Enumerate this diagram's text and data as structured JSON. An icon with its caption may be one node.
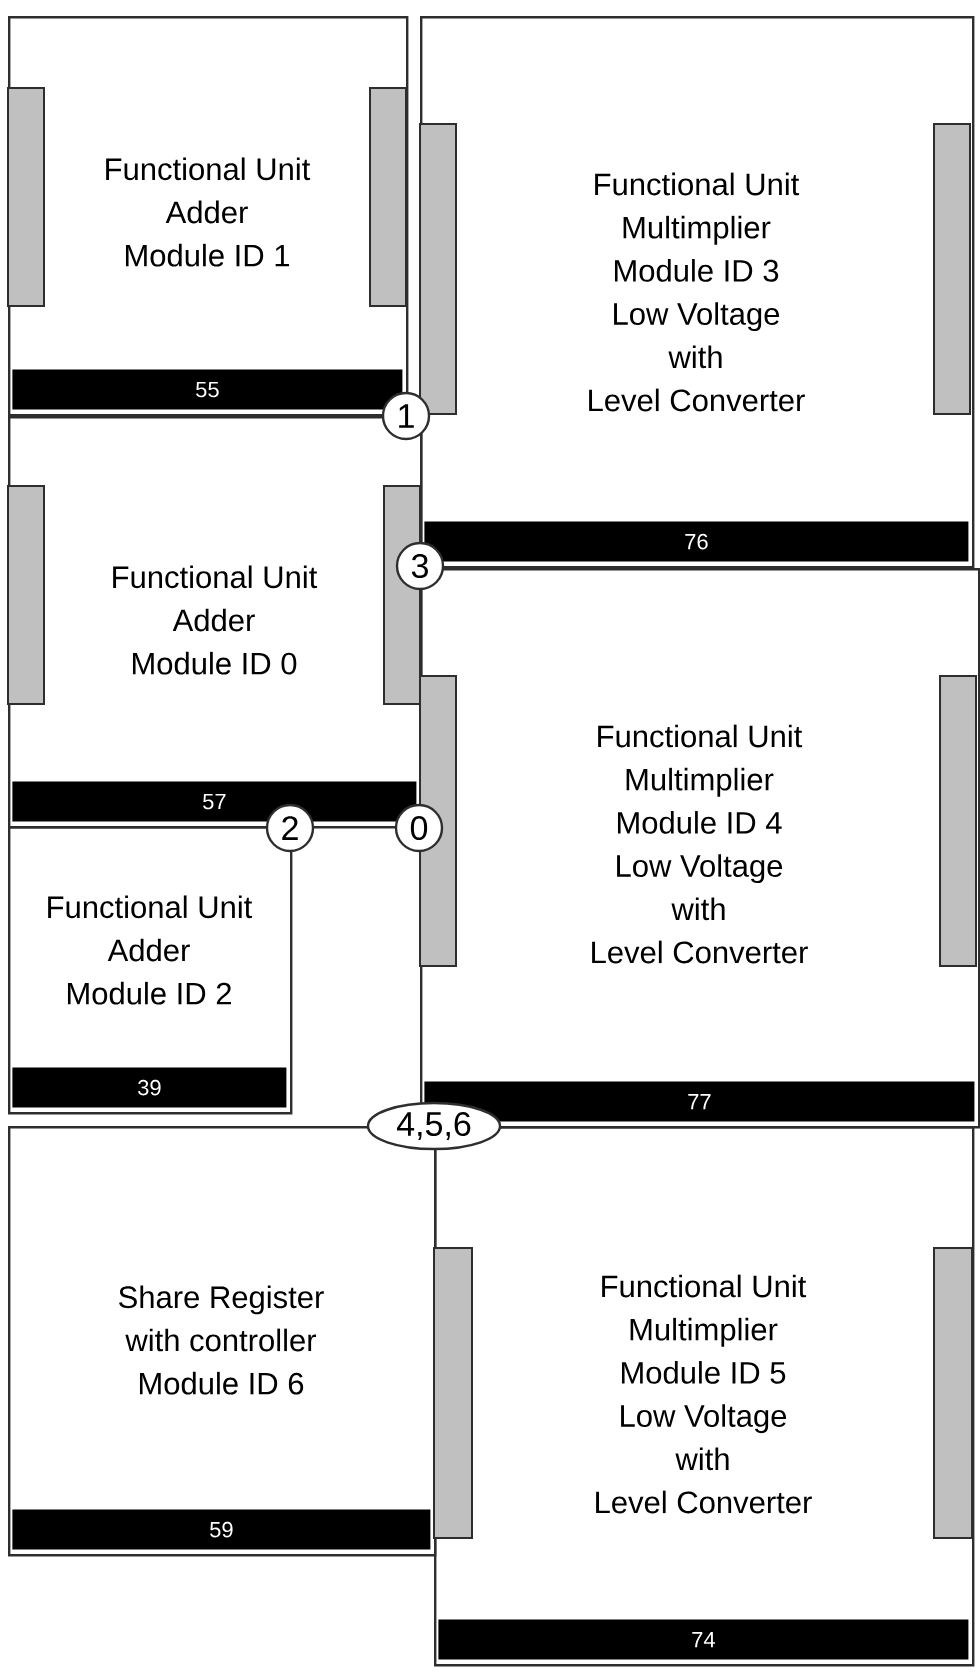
{
  "diagram": {
    "nodes": [
      {
        "text": [
          "Functional Unit",
          "Adder",
          "Module ID 1"
        ]
      },
      {
        "text": [
          "55"
        ],
        "in": 0
      },
      {
        "text": [
          "Functional Unit",
          "Multimplier",
          "Module ID 3",
          "Low Voltage",
          "with",
          "Level Converter"
        ]
      },
      {
        "text": [
          "76"
        ],
        "in": 2
      },
      {
        "text": [
          "1"
        ]
      },
      {
        "text": [
          "Functional Unit",
          "Adder",
          "Module ID 0"
        ]
      },
      {
        "text": [
          "57"
        ],
        "in": 5
      },
      {
        "text": [
          "3"
        ]
      },
      {
        "text": [
          "Functional Unit",
          "Multimplier",
          "Module ID 4",
          "Low Voltage",
          "with",
          "Level Converter"
        ]
      },
      {
        "text": [
          "77"
        ],
        "in": 8
      },
      {
        "text": [
          "2"
        ]
      },
      {
        "text": [
          "0"
        ]
      },
      {
        "text": [
          "Functional Unit",
          "Adder",
          "Module ID 2"
        ]
      },
      {
        "text": [
          "39"
        ],
        "in": 12
      },
      {
        "text": [
          "4,5,6"
        ]
      },
      {
        "text": [
          "Share Register",
          "with controller",
          "Module ID 6"
        ]
      },
      {
        "text": [
          "59"
        ],
        "in": 15
      },
      {
        "text": [
          "Functional Unit",
          "Multimplier",
          "Module ID 5",
          "Low Voltage",
          "with",
          "Level Converter"
        ]
      },
      {
        "text": [
          "74"
        ],
        "in": 17
      }
    ]
  }
}
